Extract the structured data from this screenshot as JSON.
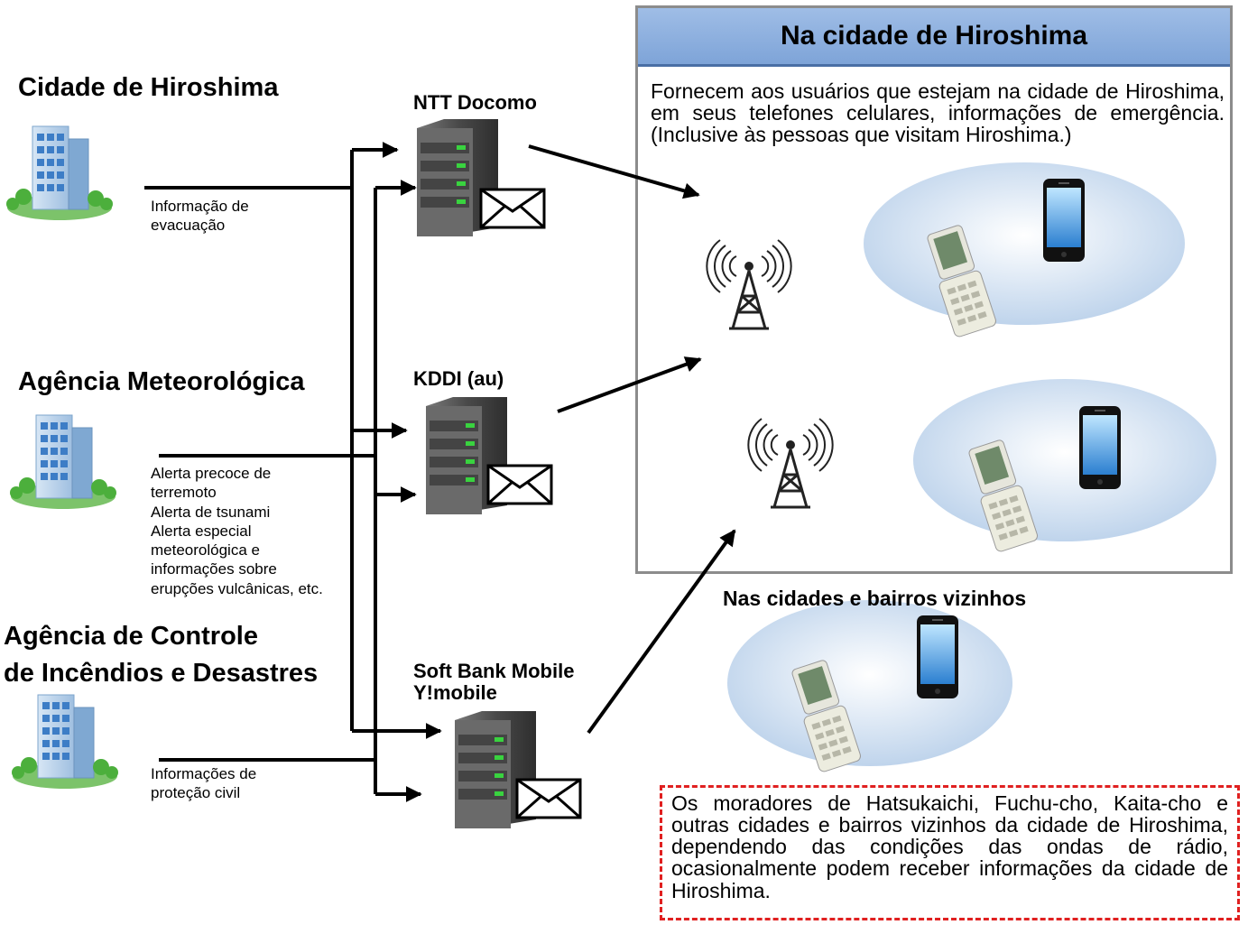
{
  "sources": {
    "city": {
      "name": "Cidade de Hiroshima",
      "info": "Informação de evacuação"
    },
    "meteo": {
      "name": "Agência Meteorológica",
      "info_lines": [
        "Alerta precoce de terremoto",
        "Alerta de tsunami",
        "Alerta especial meteorológica e informações sobre erupções vulcânicas, etc."
      ]
    },
    "fire": {
      "name_line1": "Agência de Controle",
      "name_line2": "de Incêndios e Desastres",
      "info": "Informações de proteção civil"
    }
  },
  "operators": [
    {
      "name": "NTT Docomo"
    },
    {
      "name": "KDDI (au)"
    },
    {
      "name": "Soft Bank Mobile\nY!mobile"
    }
  ],
  "region": {
    "title": "Na cidade de Hiroshima",
    "description": "Fornecem aos usuários que estejam na cidade de Hiroshima, em seus telefones celulares, informações de emergência. (Inclusive às pessoas que visitam Hiroshima.)"
  },
  "neighbors": {
    "title": "Nas cidades e bairros vizinhos",
    "note": "Os moradores de Hatsukaichi, Fuchu-cho, Kaita-cho e outras cidades e bairros vizinhos da cidade de Hiroshima, dependendo das condições das ondas de rádio, ocasionalmente podem receber informações da cidade de Hiroshima."
  },
  "colors": {
    "region_header": "#8fb1e0",
    "note_border": "#e02020",
    "arrow": "#000000",
    "cell_area": "#cfe0f2"
  }
}
